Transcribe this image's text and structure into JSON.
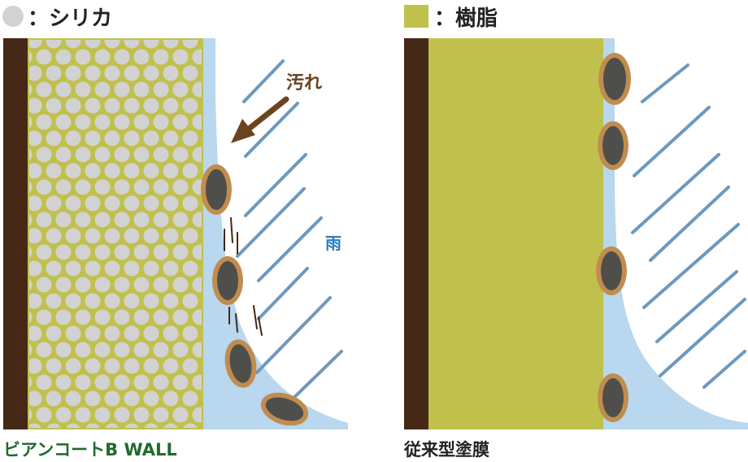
{
  "left_panel": {
    "legend_label": "：シリカ",
    "caption": "ビアンコートB WALL",
    "dirt_label": "汚れ",
    "rain_label": "雨"
  },
  "right_panel": {
    "legend_label": "：樹脂",
    "caption": "従来型塗膜"
  },
  "colors": {
    "wall": "#462816",
    "resin": "#c0c14d",
    "silica": "#d2d2d3",
    "water": "#b9d7ee",
    "rain": "#6c99bf",
    "dirt_ring": "#c08d4f",
    "dirt_core": "#4e4e4b",
    "arrow": "#6a4320",
    "left_caption": "#1f6b2c",
    "right_caption": "#222222",
    "rain_label": "#2b7cc0"
  }
}
